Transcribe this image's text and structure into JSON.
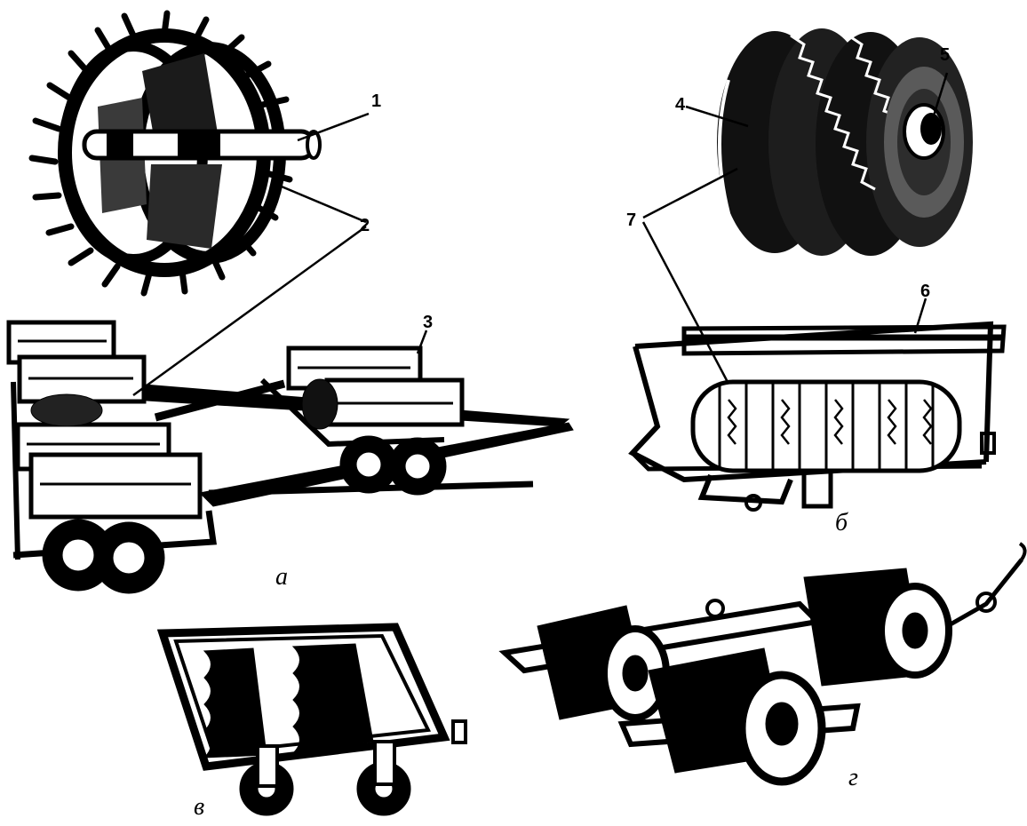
{
  "callouts": {
    "c1": "1",
    "c2": "2",
    "c3": "3",
    "c4": "4",
    "c5": "5",
    "c6": "6",
    "c7": "7"
  },
  "panels": {
    "a": "а",
    "b": "б",
    "v": "в",
    "g": "г"
  },
  "colors": {
    "ink": "#000000",
    "paper": "#ffffff",
    "shade": "#2a2a2a"
  }
}
